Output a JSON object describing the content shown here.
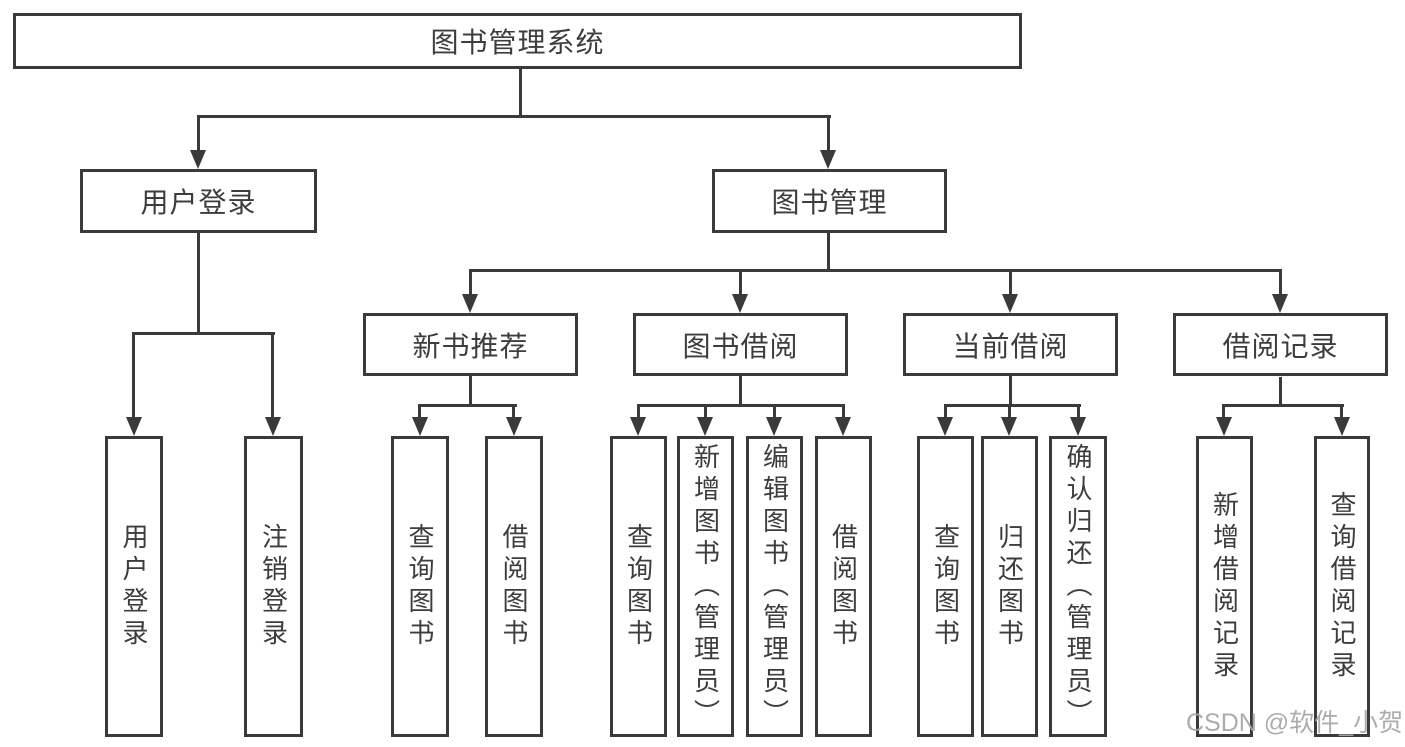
{
  "diagram": {
    "root": "图书管理系统",
    "branches": [
      {
        "label": "用户登录",
        "children": [
          "用户登录",
          "注销登录"
        ]
      },
      {
        "label": "图书管理",
        "groups": [
          {
            "label": "新书推荐",
            "children": [
              "查询图书",
              "借阅图书"
            ]
          },
          {
            "label": "图书借阅",
            "children": [
              "查询图书",
              "新增图书（管理员）",
              "编辑图书（管理员）",
              "借阅图书"
            ]
          },
          {
            "label": "当前借阅",
            "children": [
              "查询图书",
              "归还图书",
              "确认归还（管理员）"
            ]
          },
          {
            "label": "借阅记录",
            "children": [
              "新增借阅记录",
              "查询借阅记录"
            ]
          }
        ]
      }
    ],
    "watermark": "CSDN @软件_小贺同学",
    "colors": {
      "line": "#3a3a3a",
      "text": "#3d3d3d",
      "background": "#ffffff",
      "watermark": "#a6a6a6"
    }
  }
}
